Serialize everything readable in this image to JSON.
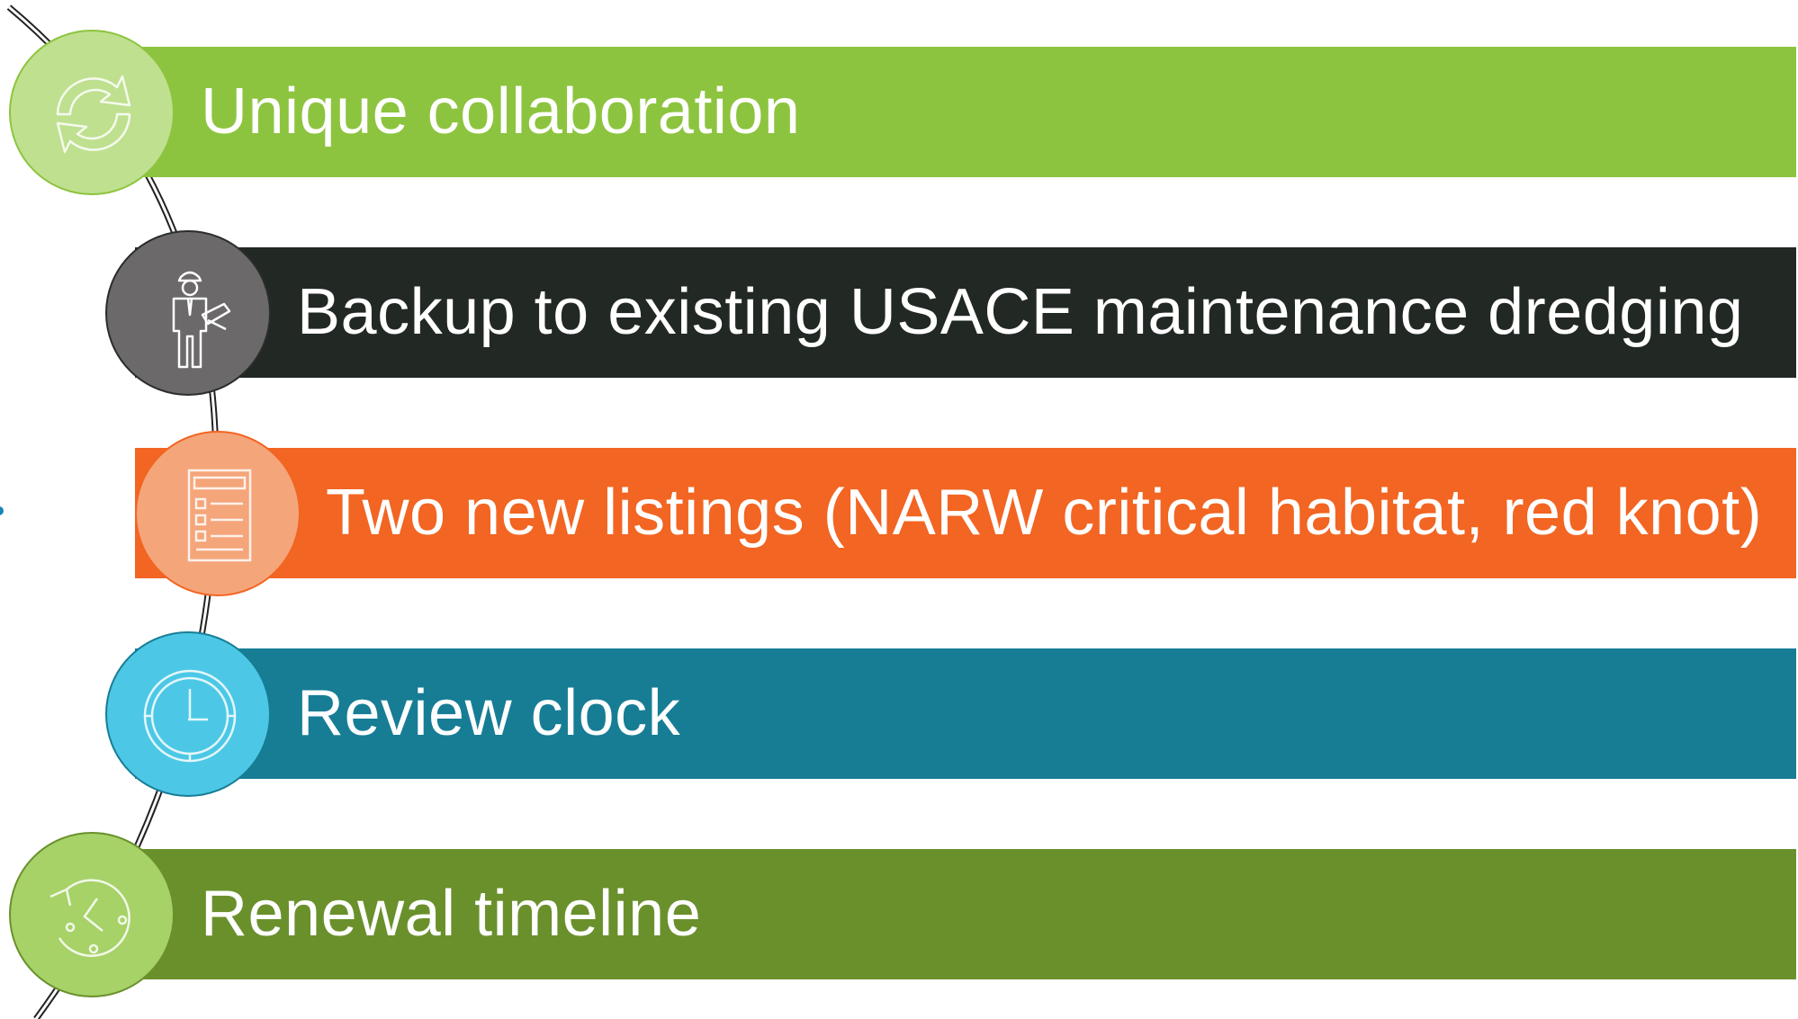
{
  "items": [
    {
      "label": "Unique collaboration",
      "bar_color": "#8dc43f",
      "circle_fill": "#bfe08f",
      "circle_border": "#8dc43f",
      "icon": "cycle-arrows-icon"
    },
    {
      "label": "Backup to existing USACE maintenance dredging",
      "bar_color": "#222823",
      "circle_fill": "#6b6969",
      "circle_border": "#2a2d2a",
      "icon": "engineer-worker-icon"
    },
    {
      "label": "Two new listings (NARW critical habitat, red knot)",
      "bar_color": "#f26522",
      "circle_fill": "#f5a57a",
      "circle_border": "#f26522",
      "icon": "checklist-document-icon"
    },
    {
      "label": "Review clock",
      "bar_color": "#177d95",
      "circle_fill": "#4cc8e6",
      "circle_border": "#177d95",
      "icon": "clock-icon"
    },
    {
      "label": "Renewal timeline",
      "bar_color": "#6a902c",
      "circle_fill": "#a6d268",
      "circle_border": "#6a902c",
      "icon": "renewal-clock-icon"
    }
  ],
  "connector_color": "#222222",
  "edge_dot_color": "#1b84b6"
}
